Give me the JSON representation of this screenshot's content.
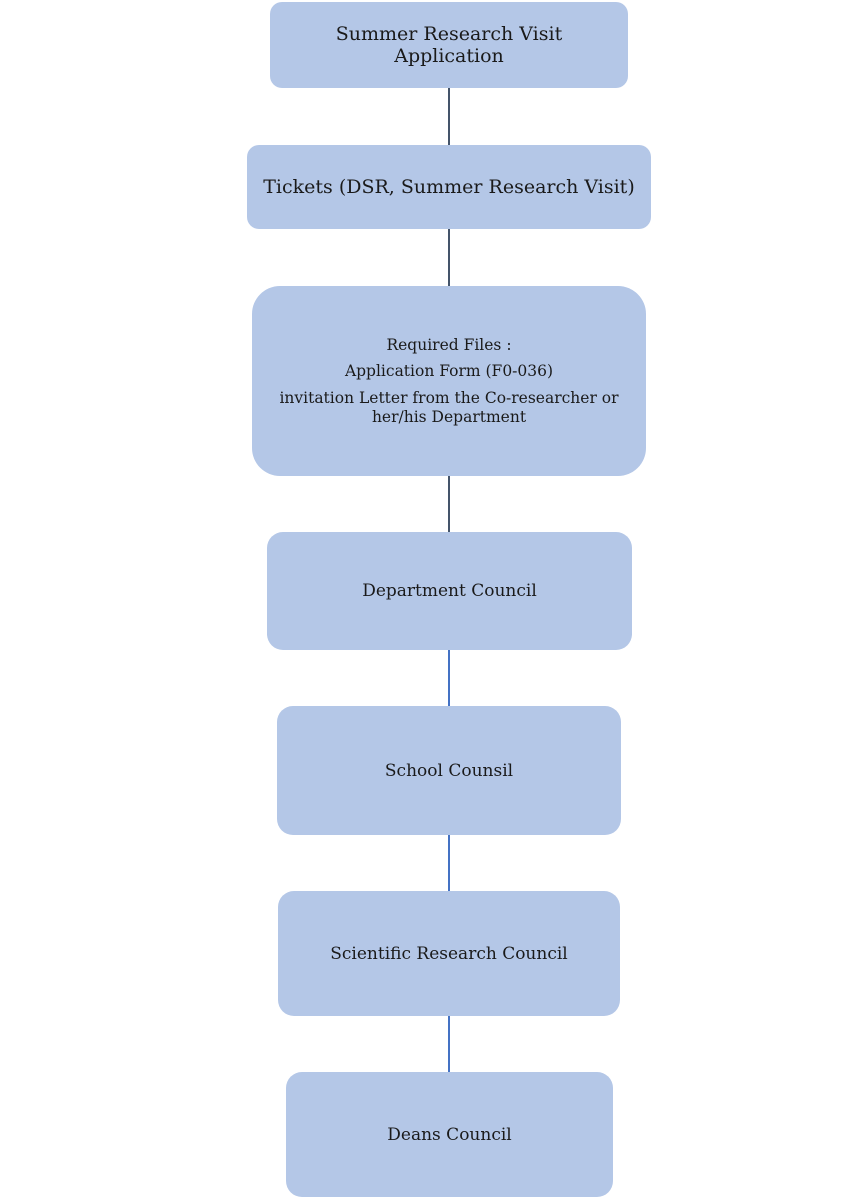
{
  "flowchart": {
    "steps": [
      {
        "id": "application",
        "lines": [
          "Summer Research Visit Application"
        ]
      },
      {
        "id": "tickets",
        "lines": [
          "Tickets (DSR, Summer Research Visit)"
        ]
      },
      {
        "id": "required-files",
        "lines": [
          "Required Files :",
          "Application Form (F0-036)",
          "invitation Letter from the Co-researcher or her/his Department"
        ]
      },
      {
        "id": "department-council",
        "lines": [
          "Department Council"
        ]
      },
      {
        "id": "school-counsil",
        "lines": [
          "School Counsil"
        ]
      },
      {
        "id": "scientific-research-council",
        "lines": [
          "Scientific Research Council"
        ]
      },
      {
        "id": "deans-council",
        "lines": [
          "Deans Council"
        ]
      }
    ],
    "colors": {
      "box_fill": "#b4c7e7",
      "connector_dark": "#44546a",
      "connector_blue": "#4472c4"
    }
  }
}
